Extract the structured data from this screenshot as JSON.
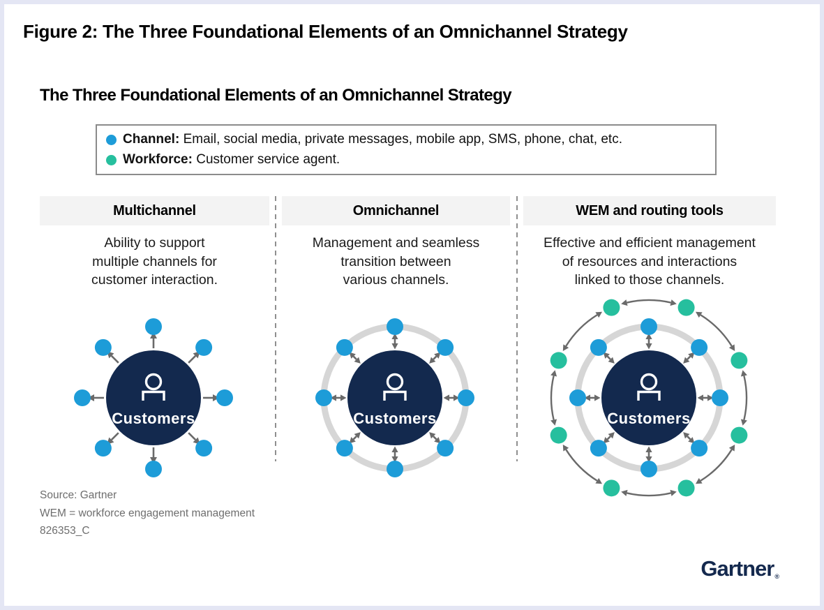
{
  "figure_title": "Figure 2: The Three Foundational Elements of an Omnichannel Strategy",
  "chart": {
    "title": "The Three Foundational Elements of an Omnichannel Strategy",
    "legend": {
      "items": [
        {
          "icon": "channel-dot",
          "label": "Channel:",
          "text": "Email, social media, private messages, mobile app, SMS, phone, chat, etc."
        },
        {
          "icon": "workforce-dot",
          "label": "Workforce:",
          "text": "Customer service agent."
        }
      ]
    },
    "columns": [
      {
        "header": "Multichannel",
        "description": "Ability to support\nmultiple channels for\ncustomer interaction."
      },
      {
        "header": "Omnichannel",
        "description": "Management and seamless\ntransition between\nvarious channels."
      },
      {
        "header": "WEM and routing tools",
        "description": "Effective and efficient management\nof resources and interactions\nlinked to those channels."
      }
    ],
    "diagrams": [
      {
        "name": "multichannel-diagram",
        "center_label": "Customers",
        "pattern": "outward",
        "channel_dot_count": 8
      },
      {
        "name": "omnichannel-diagram",
        "center_label": "Customers",
        "pattern": "ring",
        "channel_dot_count": 8
      },
      {
        "name": "wem-routing-diagram",
        "center_label": "Customers",
        "pattern": "ring-orbit",
        "channel_dot_count": 8,
        "workforce_dot_count": 8
      }
    ],
    "footer": {
      "source": "Source: Gartner",
      "note": "WEM = workforce engagement management",
      "doc_id": "826353_C"
    },
    "logo": {
      "text": "Gartner",
      "reg": "®"
    }
  },
  "colors": {
    "channel_blue": "#1d9cd8",
    "workforce_teal": "#26bf9e",
    "customer_navy": "#13294e",
    "ring_gray": "#d6d6d6",
    "arrow_gray": "#6a6a6a",
    "header_bar": "#f3f3f3",
    "frame_border": "#e4e6f4"
  }
}
